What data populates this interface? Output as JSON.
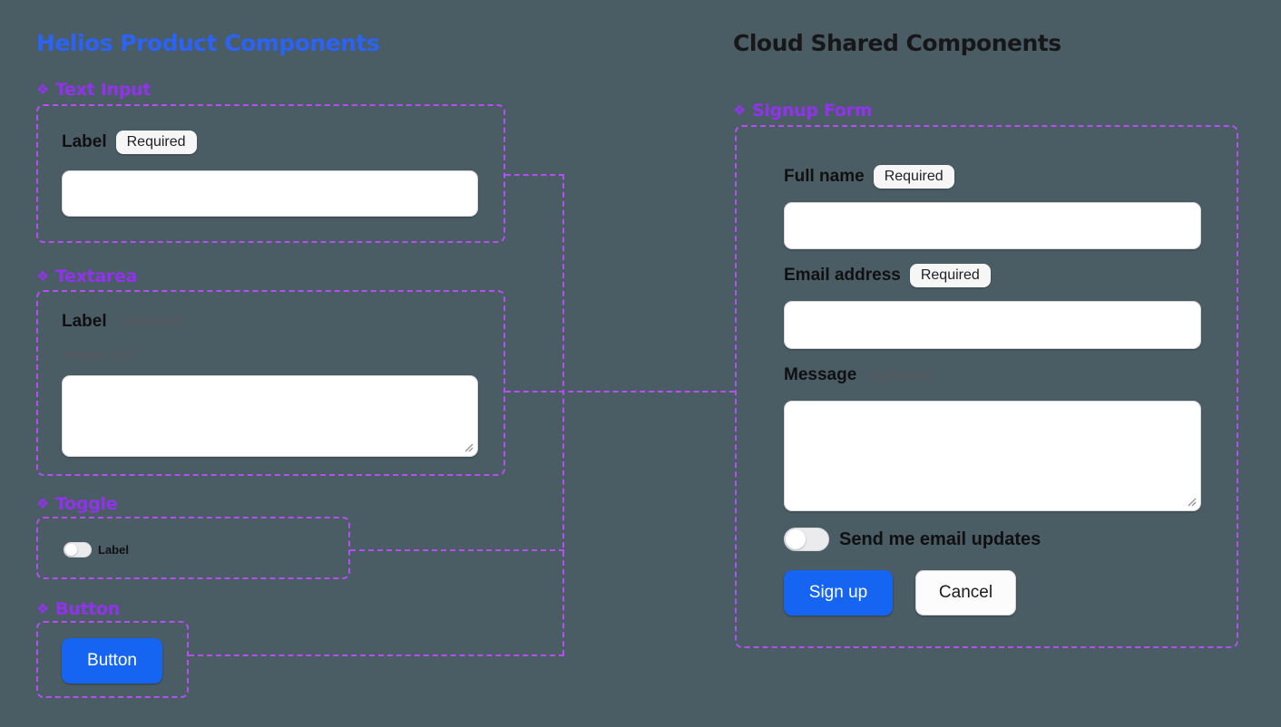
{
  "colors": {
    "canvas_bg": "#4B5D64",
    "left_title_blue": "#2A63F6",
    "right_title_dark": "#17171A",
    "component_purple": "#9232EE",
    "frame_dash_purple": "#B44FF4",
    "primary_button_blue": "#1664F2"
  },
  "component_icon": "❖",
  "left_panel": {
    "title": "Helios Product Components",
    "text_input": {
      "component_name": "Text Input",
      "field_label": "Label",
      "badge": "Required",
      "input_value": ""
    },
    "textarea": {
      "component_name": "Textarea",
      "field_label": "Label",
      "optional": "(Optional)",
      "helper_text": "Helper text",
      "textarea_value": ""
    },
    "toggle": {
      "component_name": "Toggle",
      "toggle_label": "Label",
      "state": "off"
    },
    "button": {
      "component_name": "Button",
      "button_label": "Button"
    }
  },
  "right_panel": {
    "title": "Cloud Shared Components",
    "signup_form": {
      "component_name": "Signup Form",
      "full_name": {
        "label": "Full name",
        "badge": "Required",
        "input_value": ""
      },
      "email": {
        "label": "Email address",
        "badge": "Required",
        "input_value": ""
      },
      "message": {
        "label": "Message",
        "optional": "(Optional)",
        "textarea_value": ""
      },
      "updates_toggle": {
        "label": "Send me email updates",
        "state": "off"
      },
      "signup_button": "Sign up",
      "cancel_button": "Cancel"
    }
  }
}
